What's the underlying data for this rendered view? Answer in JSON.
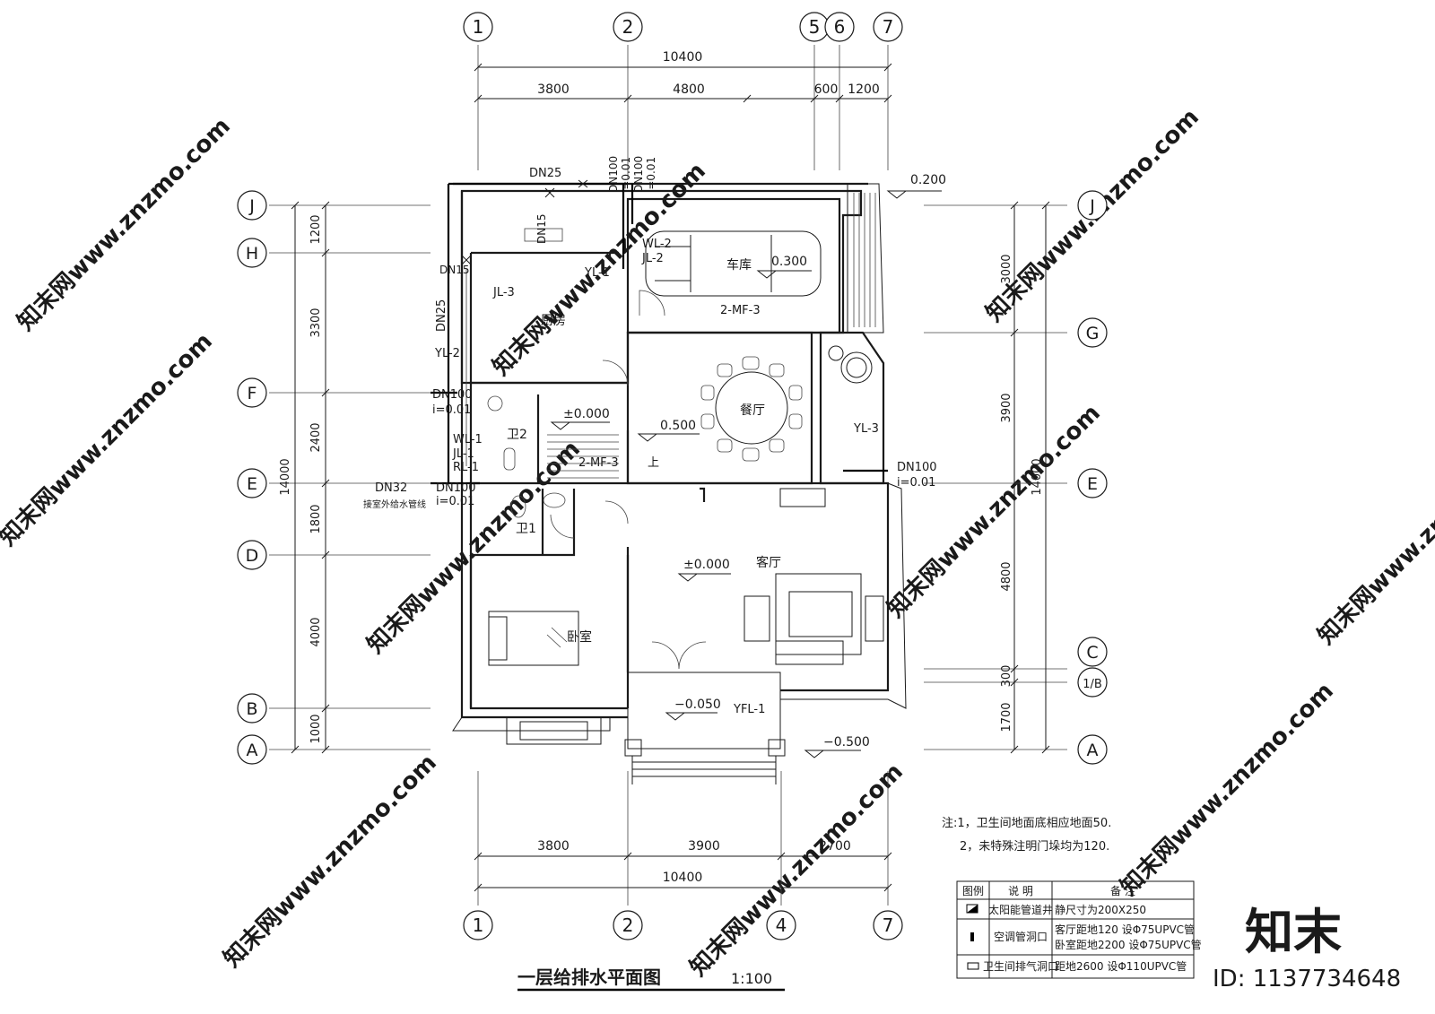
{
  "drawing": {
    "title": "一层给排水平面图",
    "scale": "1:100"
  },
  "axes": {
    "top": [
      "1",
      "2",
      "5",
      "6",
      "7"
    ],
    "bottom": [
      "1",
      "2",
      "4",
      "7"
    ],
    "left": [
      "J",
      "H",
      "F",
      "E",
      "D",
      "B",
      "A"
    ],
    "right": [
      "J",
      "G",
      "E",
      "C",
      "1/B",
      "A"
    ]
  },
  "dimensions": {
    "top_total": "10400",
    "top_segments": [
      "3800",
      "4800",
      "600",
      "1200"
    ],
    "bottom_segments": [
      "3800",
      "3900",
      "2700"
    ],
    "bottom_total": "10400",
    "left_segments": [
      "1200",
      "3300",
      "2400",
      "1800",
      "4000",
      "1000"
    ],
    "left_total": "14000",
    "right_segments": [
      "3000",
      "3900",
      "4800",
      "300",
      "1700"
    ],
    "right_total": "14000"
  },
  "rooms": {
    "kitchen": "厨房",
    "garage": "车库",
    "dining": "餐厅",
    "living": "客厅",
    "bedroom": "卧室",
    "bath1": "卫1",
    "bath2": "卫2"
  },
  "elevations": {
    "entry_stair": "0.200",
    "garage": "0.300",
    "stair_landing": "±0.000",
    "dining": "0.500",
    "living": "±0.000",
    "porch": "−0.050",
    "outdoor": "−0.500"
  },
  "pipes": {
    "dn25_top": "DN25",
    "dn100_a": "DN100",
    "slope_a": "i=0.01",
    "dn100_b": "DN100",
    "slope_b": "i=0.01",
    "dn15_a": "DN15",
    "dn15_b": "DN15",
    "dn25_left": "DN25",
    "wl2": "WL-2",
    "jl2": "JL-2",
    "yl1": "YL-1",
    "jl3": "JL-3",
    "yl2": "YL-2",
    "dn100_f": "DN100",
    "slope_f": "i=0.01",
    "wl1": "WL-1",
    "jl1": "JL-1",
    "rl1": "RL-1",
    "dn32": "DN32",
    "dn100_e": "DN100",
    "slope_e": "i=0.01",
    "supply_note": "接室外给水管线",
    "yl3": "YL-3",
    "dn100_r": "DN100",
    "slope_r": "i=0.01",
    "yfl1": "YFL-1",
    "mf3_a": "2-MF-3",
    "mf3_b": "2-MF-3",
    "stair_up": "上"
  },
  "notes": [
    "注:1，卫生间地面底相应地面50.",
    "2，未特殊注明门垛均为120."
  ],
  "legend": {
    "headers": [
      "图例",
      "说  明",
      "备      注"
    ],
    "rows": [
      {
        "desc": "太阳能管道井",
        "note1": "静尺寸为200X250",
        "note2": ""
      },
      {
        "desc": "空调管洞口",
        "note1": "客厅距地120 设Φ75UPVC管",
        "note2": "卧室距地2200 设Φ75UPVC管"
      },
      {
        "desc": "卫生间排气洞口",
        "note1": "距地2600 设Φ110UPVC管",
        "note2": ""
      }
    ]
  },
  "watermark": {
    "site": "知末网www.znzmo.com",
    "brand": "知末",
    "id": "ID: 1137734648"
  }
}
